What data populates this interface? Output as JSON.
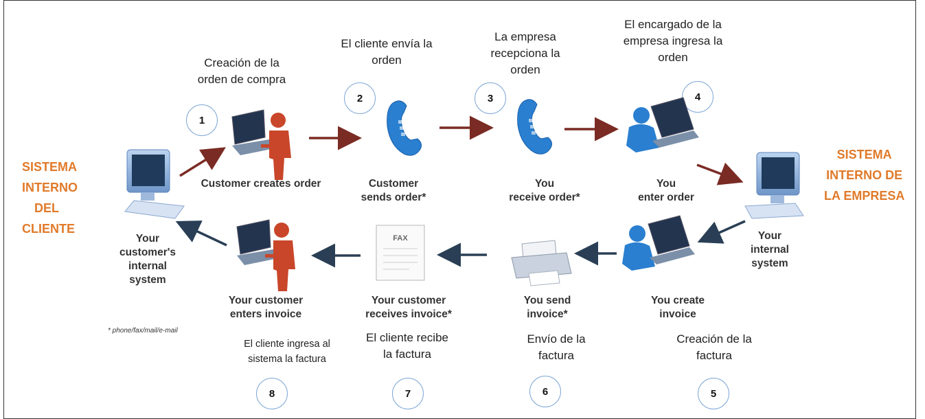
{
  "side_labels": {
    "left": [
      "SISTEMA",
      "INTERNO",
      "DEL",
      "CLIENTE"
    ],
    "right": [
      "SISTEMA",
      "INTERNO DE",
      "LA EMPRESA"
    ]
  },
  "colors": {
    "side_label": "#e07a2a",
    "arrow_top": "#7a2b24",
    "arrow_bottom": "#2a3f55",
    "person_red": "#c9462a",
    "phone_blue": "#2a7fd0",
    "circle_border": "#7fa7d6"
  },
  "steps": [
    {
      "number": "1",
      "caption_es": [
        "Creación de la",
        "orden de compra"
      ],
      "label_en": [
        "Customer creates order"
      ],
      "icon": "customer-laptop-icon"
    },
    {
      "number": "2",
      "caption_es": [
        "El cliente envía la",
        "orden"
      ],
      "label_en": [
        "Customer",
        "sends order*"
      ],
      "icon": "phone-icon"
    },
    {
      "number": "3",
      "caption_es": [
        "La empresa",
        "recepciona la",
        "orden"
      ],
      "label_en": [
        "You",
        "receive order*"
      ],
      "icon": "phone-icon"
    },
    {
      "number": "4",
      "caption_es": [
        "El encargado de la",
        "empresa ingresa la",
        "orden"
      ],
      "label_en": [
        "You",
        "enter order"
      ],
      "icon": "operator-laptop-icon"
    },
    {
      "number": "5",
      "caption_es": [
        "Creación de la",
        "factura"
      ],
      "label_en": [
        "You create",
        "invoice"
      ],
      "icon": "operator-laptop-icon"
    },
    {
      "number": "6",
      "caption_es": [
        "Envío de la",
        "factura"
      ],
      "label_en": [
        "You send",
        "invoice*"
      ],
      "icon": "printer-icon"
    },
    {
      "number": "7",
      "caption_es": [
        "El cliente recibe",
        "la factura"
      ],
      "label_en": [
        "Your customer",
        "receives invoice*"
      ],
      "icon": "fax-document-icon"
    },
    {
      "number": "8",
      "caption_es": [
        "El cliente ingresa al",
        "sistema la factura"
      ],
      "label_en": [
        "Your customer",
        "enters invoice"
      ],
      "icon": "customer-laptop-icon"
    }
  ],
  "systems": {
    "customer": [
      "Your",
      "customer's",
      "internal",
      "system"
    ],
    "company": [
      "Your",
      "internal",
      "system"
    ]
  },
  "fax_label": "FAX",
  "footnote": "* phone/fax/mail/e-mail"
}
